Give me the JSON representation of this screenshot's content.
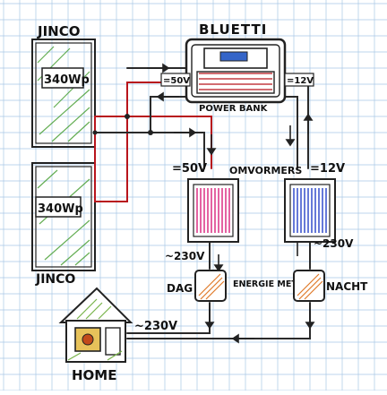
{
  "labels": {
    "brand_top": "JINCO",
    "brand_bottom": "JINCO",
    "panel_top": "340Wp",
    "panel_bottom": "340Wp",
    "bluetti": "BLUETTI",
    "power_bank": "POWER BANK",
    "dc_50v_top": "=50V",
    "dc_12v_top": "=12V",
    "dc_50v_mid": "=50V",
    "omvormers": "OMVORMERS",
    "dc_12v_mid": "=12V",
    "ac_230v_left": "~230V",
    "ac_230v_right": "~230V",
    "dag": "DAG",
    "energie_meters": "ENERGIE METERS",
    "nacht": "NACHT",
    "ac_230v_home": "~230V",
    "home": "HOME"
  },
  "colors": {
    "grid": "#a9c8e6",
    "wire_red": "#b8141c",
    "wire_dark": "#2a2a2a",
    "solar_green": "#3f9a2a",
    "inverter_pink": "#d8207a",
    "inverter_blue": "#2440c8",
    "screen_blue": "#3565c8",
    "meter_orange": "#e07a2a",
    "house_yellow": "#e7c25a",
    "house_green": "#78b34a"
  }
}
